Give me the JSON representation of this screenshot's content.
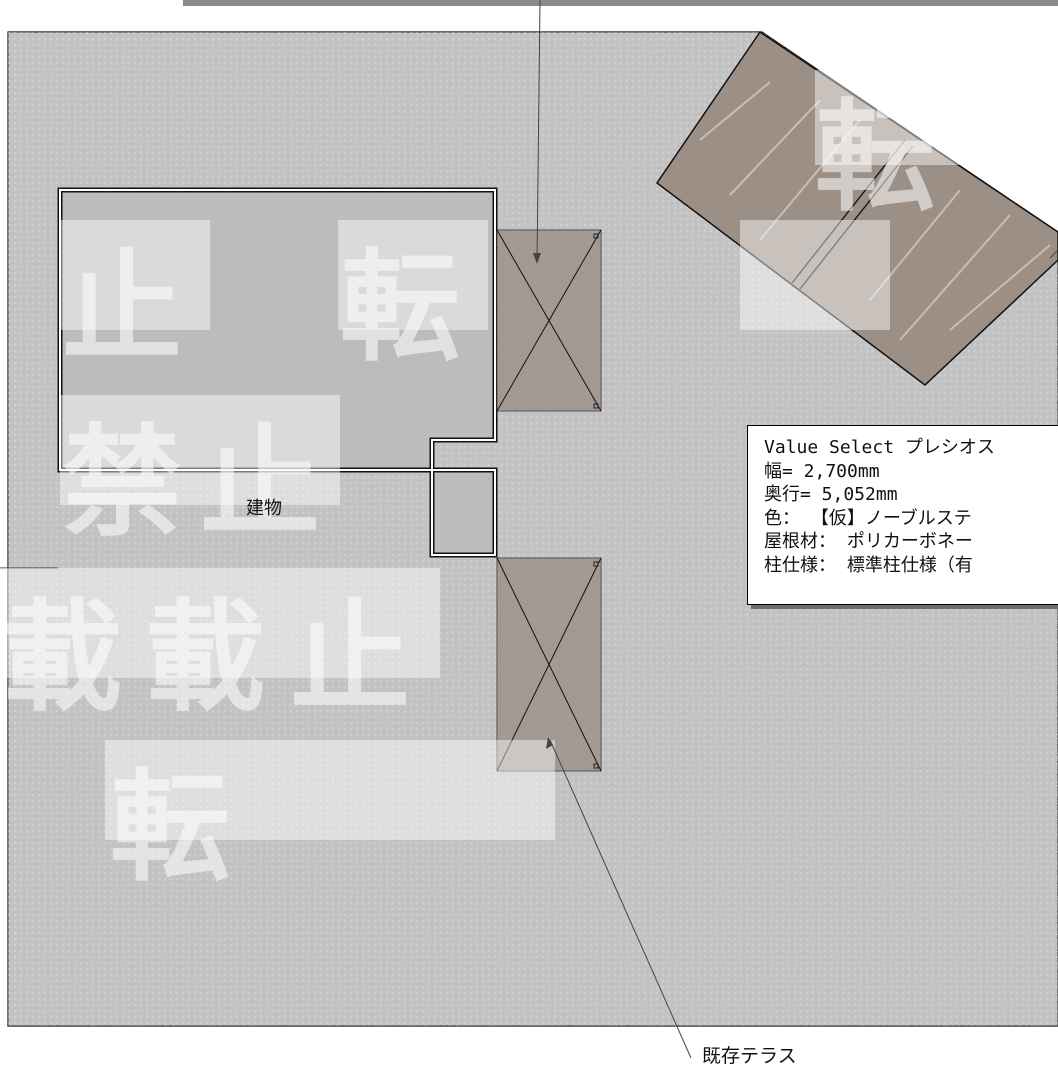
{
  "labels": {
    "building": "建物",
    "existing_terrace": "既存テラス"
  },
  "spec": {
    "line1": "Value Select プレシオス",
    "line2": "幅= 2,700mm",
    "line3": "奥行= 5,052mm",
    "line4": "色： 【仮】ノーブルステ",
    "line5": "屋根材： ポリカーボネー",
    "line6": "柱仕様： 標準柱仕様（有"
  },
  "watermark": {
    "chars": [
      "転",
      "載",
      "禁",
      "止"
    ]
  },
  "colors": {
    "ground": "#c9c9c9",
    "building": "#bdbdbd",
    "terrace": "#9d918a",
    "carport_roof": "#9c8f86",
    "shadow": "#8d8d8d"
  }
}
